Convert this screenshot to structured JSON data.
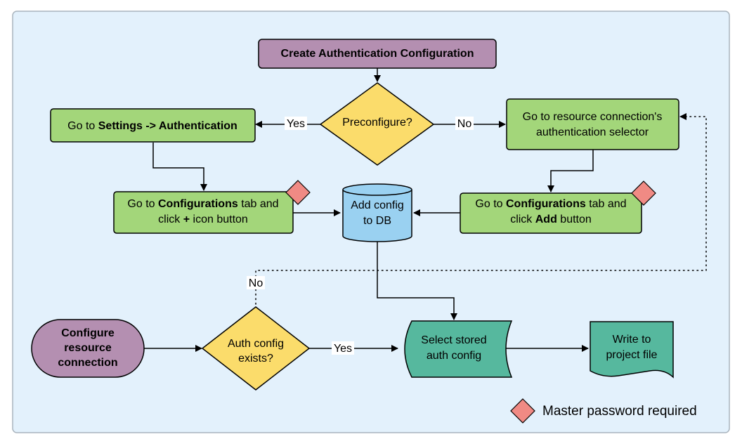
{
  "nodes": {
    "create_auth": {
      "label": "Create Authentication Configuration"
    },
    "preconfigure": {
      "label": "Preconfigure?"
    },
    "goto_settings": {
      "prefix": "Go to ",
      "bold": "Settings -> Authentication"
    },
    "goto_resource_selector": {
      "line1": "Go to resource connection's",
      "line2": "authentication selector"
    },
    "configs_tab_plus": {
      "line1_prefix": "Go to ",
      "line1_bold": "Configurations",
      "line1_suffix": " tab and",
      "line2_prefix": "click ",
      "line2_bold": "+",
      "line2_suffix": " icon button"
    },
    "configs_tab_add": {
      "line1_prefix": "Go to ",
      "line1_bold": "Configurations",
      "line1_suffix": " tab and",
      "line2_prefix": "click ",
      "line2_bold": "Add",
      "line2_suffix": " button"
    },
    "add_config_db": {
      "line1": "Add config",
      "line2": "to DB"
    },
    "configure_resource": {
      "line1": "Configure",
      "line2": "resource",
      "line3": "connection"
    },
    "auth_exists": {
      "line1": "Auth config",
      "line2": "exists?"
    },
    "select_stored": {
      "line1": "Select stored",
      "line2": "auth config"
    },
    "write_project": {
      "line1": "Write to",
      "line2": "project file"
    }
  },
  "edge_labels": {
    "yes_left": "Yes",
    "no_right": "No",
    "no_up": "No",
    "yes_bottom": "Yes"
  },
  "legend": {
    "label": "Master password required",
    "icon": "master-password-diamond"
  },
  "colors": {
    "background": "#e3f1fc",
    "purple": "#b48fb1",
    "green": "#a3d67a",
    "yellow": "#fbdc6b",
    "blue": "#9ad1f1",
    "teal": "#56b89e",
    "pink": "#f08a84"
  }
}
